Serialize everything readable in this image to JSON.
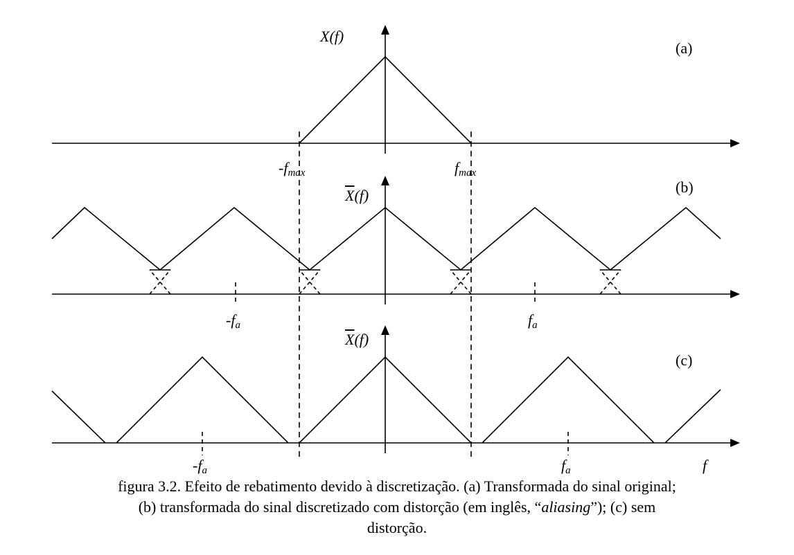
{
  "panels": [
    {
      "id": "a",
      "tag": "(a)",
      "ylabel_main": "X",
      "ylabel_arg": "(f)",
      "overbar": false
    },
    {
      "id": "b",
      "tag": "(b)",
      "ylabel_main": "X",
      "ylabel_arg": "(f)",
      "overbar": true
    },
    {
      "id": "c",
      "tag": "(c)",
      "ylabel_main": "X",
      "ylabel_arg": "(f)",
      "overbar": true
    }
  ],
  "ticks": {
    "neg_fmax_prefix": "-f",
    "neg_fmax_sub": "max",
    "fmax_main": "f",
    "fmax_sub": "max",
    "neg_fa_prefix": "-f",
    "neg_fa_sub": "a",
    "fa_main": "f",
    "fa_sub": "a",
    "f_axis": "f"
  },
  "caption": {
    "line1": "figura 3.2. Efeito de rebatimento devido à discretização. (a) Transformada do sinal original;",
    "line2_pre": "(b) transformada do sinal discretizado com distorção (em inglês, “",
    "line2_italic": "aliasing",
    "line2_post": "”); (c) sem",
    "line3": "distorção."
  },
  "colors": {
    "ink": "#000000",
    "background": "#ffffff"
  }
}
